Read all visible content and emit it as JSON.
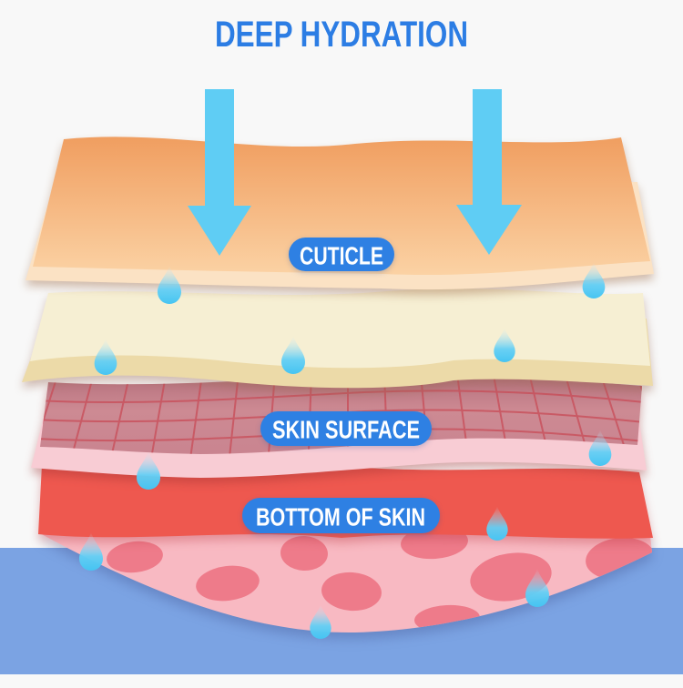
{
  "title": {
    "text": "DEEP HYDRATION",
    "color": "#2c7de4"
  },
  "diagram": {
    "type": "skin-layer-hydration-illustration",
    "labels": {
      "layer1": "CUTICLE",
      "layer2": "SKIN SURFACE",
      "layer3": "BOTTOM OF SKIN"
    },
    "arrow_count": 2,
    "droplet_count": 11,
    "colors": {
      "background": "#f8f8f8",
      "water_background": "#7ba3e3",
      "label_pill": "#2e80e3",
      "label_text": "#ffffff",
      "arrow": "#5fcdf4",
      "droplet": "#46c4f2",
      "cuticle_top": "#f09e60",
      "cuticle_bottom": "#fbd2a4",
      "cuticle_edge": "#fbe2c4",
      "cream_layer": "#f6efd3",
      "cream_edge": "#ecdaa8",
      "skin_surface_top": "#b4707c",
      "skin_surface": "#cd8a93",
      "skin_surface_grid": "#c94f5b",
      "skin_surface_edge": "#f8ccd4",
      "bottom_skin": "#ee584f",
      "dermis": "#f8b9c2",
      "dermis_cells": "#ee7b8a"
    }
  }
}
